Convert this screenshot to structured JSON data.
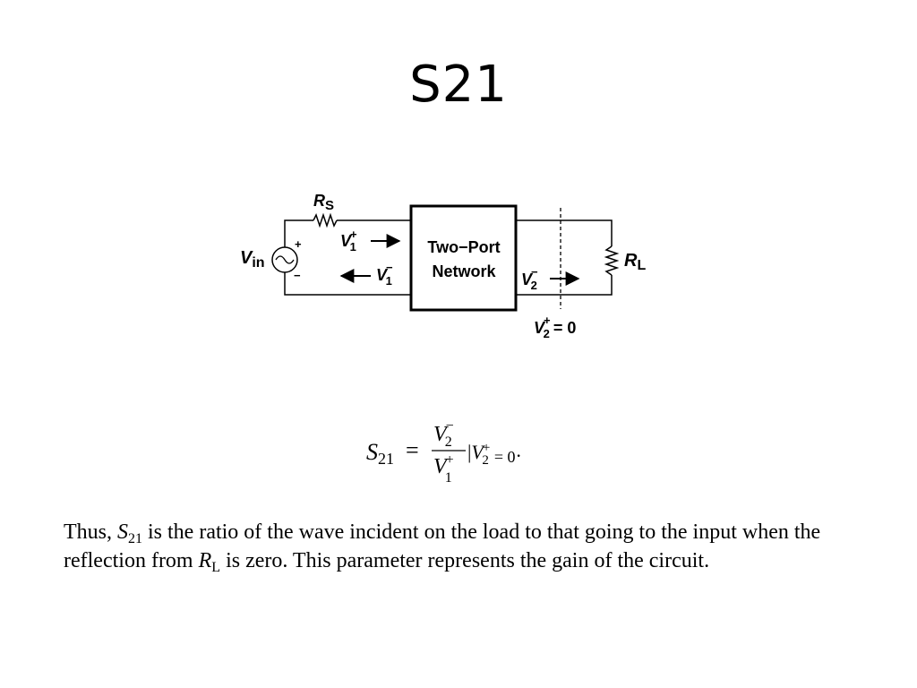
{
  "slide": {
    "title": "S21"
  },
  "diagram": {
    "source_label": "V",
    "source_sub": "in",
    "source_plus": "+",
    "source_minus": "−",
    "rs_label": "R",
    "rs_sub": "S",
    "rl_label": "R",
    "rl_sub": "L",
    "box_line1": "Two−Port",
    "box_line2": "Network",
    "v1_plus": {
      "base": "V",
      "sub": "1",
      "sup": "+"
    },
    "v1_minus": {
      "base": "V",
      "sub": "1",
      "sup": "−"
    },
    "v2_minus": {
      "base": "V",
      "sub": "2",
      "sup": "−"
    },
    "v2_plus_cond": {
      "base": "V",
      "sub": "2",
      "sup": "+",
      "tail": "= 0"
    }
  },
  "equation": {
    "lhs": "S",
    "lhs_sub": "21",
    "equals": "=",
    "num": "V",
    "num_sub": "2",
    "num_sup": "−",
    "den": "V",
    "den_sub": "1",
    "den_sup": "+",
    "cond_bar": "|",
    "cond_var": "V",
    "cond_sub": "2",
    "cond_sup": "+",
    "cond_tail": "= 0",
    "period": "·"
  },
  "paragraph": {
    "t1": "Thus, ",
    "s": "S",
    "s_sub": "21",
    "t2": " is the ratio of the wave incident on the load to that going to the input when the reflection from ",
    "r": "R",
    "r_sub": "L",
    "t3": " is zero. This parameter represents the gain of the circuit."
  }
}
